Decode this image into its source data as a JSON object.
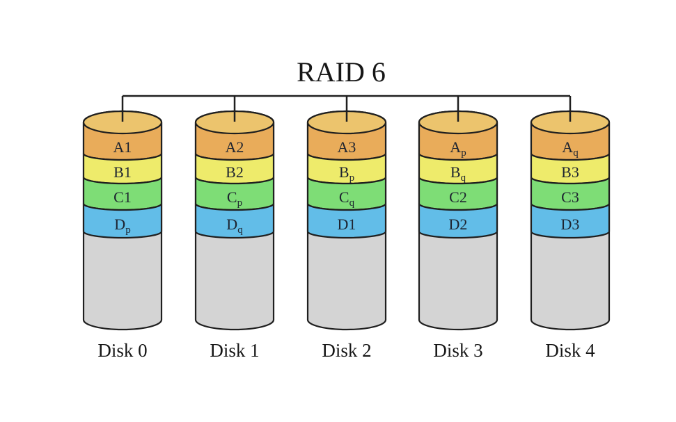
{
  "title": "RAID 6",
  "colors": {
    "background": "#ffffff",
    "outline": "#1f1f1f",
    "connector": "#1f1f1f",
    "disk_top": "#ecc46d",
    "row_colors": [
      "#e9ac5a",
      "#eeeb6b",
      "#7edd76",
      "#62bde8"
    ],
    "disk_body": "#d4d4d4",
    "text": "#1e2430"
  },
  "disks": [
    {
      "label": "Disk 0",
      "segments": [
        {
          "text": "A1",
          "sub": ""
        },
        {
          "text": "B1",
          "sub": ""
        },
        {
          "text": "C1",
          "sub": ""
        },
        {
          "text": "D",
          "sub": "p"
        }
      ]
    },
    {
      "label": "Disk 1",
      "segments": [
        {
          "text": "A2",
          "sub": ""
        },
        {
          "text": "B2",
          "sub": ""
        },
        {
          "text": "C",
          "sub": "p"
        },
        {
          "text": "D",
          "sub": "q"
        }
      ]
    },
    {
      "label": "Disk 2",
      "segments": [
        {
          "text": "A3",
          "sub": ""
        },
        {
          "text": "B",
          "sub": "p"
        },
        {
          "text": "C",
          "sub": "q"
        },
        {
          "text": "D1",
          "sub": ""
        }
      ]
    },
    {
      "label": "Disk 3",
      "segments": [
        {
          "text": "A",
          "sub": "p"
        },
        {
          "text": "B",
          "sub": "q"
        },
        {
          "text": "C2",
          "sub": ""
        },
        {
          "text": "D2",
          "sub": ""
        }
      ]
    },
    {
      "label": "Disk 4",
      "segments": [
        {
          "text": "A",
          "sub": "q"
        },
        {
          "text": "B3",
          "sub": ""
        },
        {
          "text": "C3",
          "sub": ""
        },
        {
          "text": "D3",
          "sub": ""
        }
      ]
    }
  ]
}
